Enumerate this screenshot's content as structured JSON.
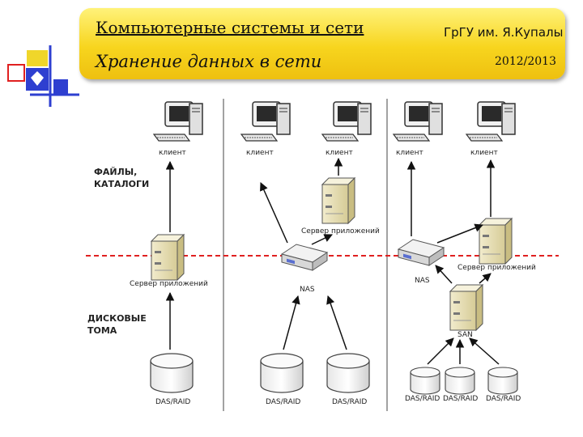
{
  "header": {
    "title": "Компьютерные системы и сети",
    "subtitle": "Хранение данных в сети",
    "org": "ГрГУ им. Я.Купалы",
    "year": "2012/2013"
  },
  "labels": {
    "client": "клиент",
    "app_server": "Сервер приложений",
    "nas": "NAS",
    "san": "SAN",
    "das_raid": "DAS/RAID",
    "files_line1": "ФАЙЛЫ,",
    "files_line2": "КАТАЛОГИ",
    "disk_line1": "ДИСКОВЫЕ",
    "disk_line2": "ТОМА"
  },
  "colors": {
    "banner": "#f7d51e",
    "divider": "#e02020",
    "logo_blue": "#2e3fd0",
    "logo_yellow": "#f0d62a",
    "logo_red": "#e02020"
  }
}
